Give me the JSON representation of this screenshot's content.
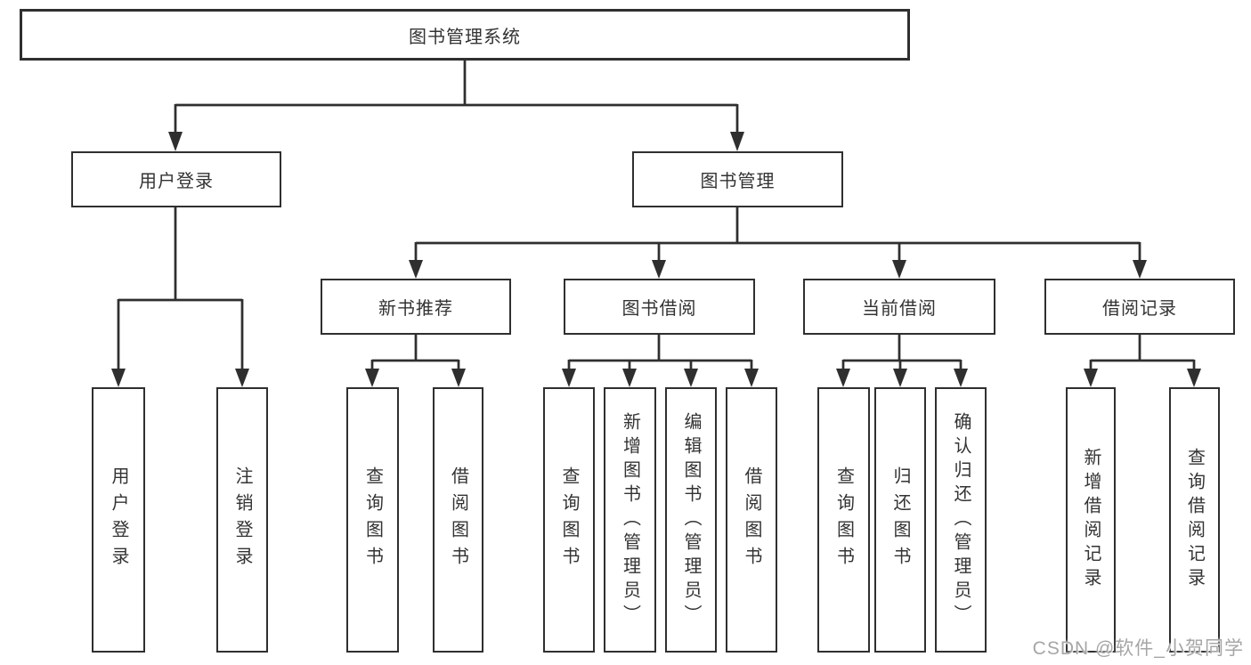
{
  "nodes": {
    "root": {
      "label": "图书管理系统"
    },
    "branches": [
      {
        "label": "用户登录"
      },
      {
        "label": "图书管理"
      }
    ],
    "modules": [
      {
        "label": "新书推荐"
      },
      {
        "label": "图书借阅"
      },
      {
        "label": "当前借阅"
      },
      {
        "label": "借阅记录"
      }
    ],
    "leaves": {
      "user_login": [
        "用户登录",
        "注销登录"
      ],
      "new_book": [
        "查询图书",
        "借阅图书"
      ],
      "book_borrow": [
        "查询图书",
        "新增图书（管理员）",
        "编辑图书（管理员）",
        "借阅图书"
      ],
      "current_borrow": [
        "查询图书",
        "归还图书",
        "确认归还（管理员）"
      ],
      "borrow_record": [
        "新增借阅记录",
        "查询借阅记录"
      ]
    }
  },
  "watermark": "CSDN @软件_小贺同学",
  "colors": {
    "line": "#2f2f2f",
    "text": "#333333",
    "watermark": "#a6a6a6",
    "background": "#ffffff"
  }
}
